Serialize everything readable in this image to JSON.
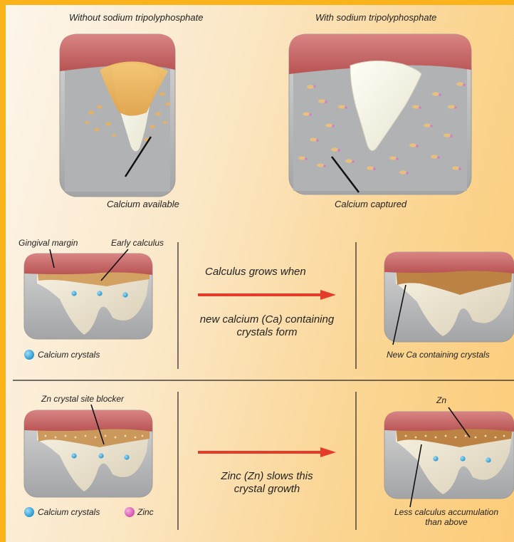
{
  "top": {
    "left_title": "Without sodium tripolyphosphate",
    "right_title": "With sodium tripolyphosphate",
    "left_caption": "Calcium available",
    "right_caption": "Calcium captured"
  },
  "row1": {
    "label_gingival": "Gingival margin",
    "label_early": "Early calculus",
    "legend_calcium": "Calcium crystals",
    "heading": "Calculus grows when",
    "text_line1": "new calcium (Ca) containing",
    "text_line2": "crystals form",
    "label_new_ca": "New Ca containing crystals"
  },
  "row2": {
    "label_blocker": "Zn crystal site blocker",
    "legend_calcium": "Calcium crystals",
    "legend_zinc": "Zinc",
    "text_line1": "Zinc (Zn) slows this",
    "text_line2": "crystal growth",
    "label_zn": "Zn",
    "label_less_line1": "Less calculus accumulation",
    "label_less_line2": "than above"
  },
  "colors": {
    "gum": "#c45f5f",
    "arrow": "#e53b2a",
    "calcium_dot": "#29a8e0",
    "zinc_dot": "#e062b8",
    "frame_gray": "#a8a9ab"
  }
}
